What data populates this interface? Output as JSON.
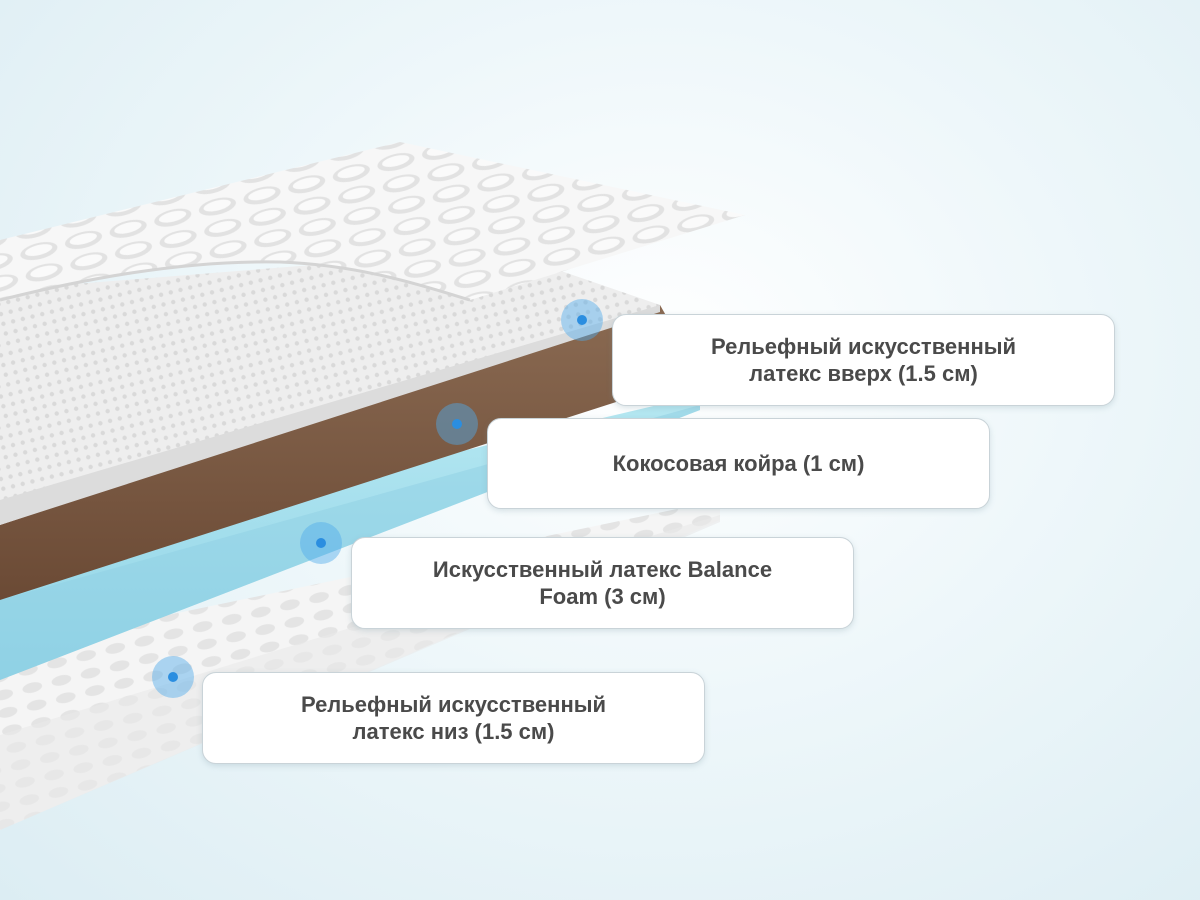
{
  "layers": [
    {
      "id": "top-latex",
      "label_line1": "Рельефный искусственный",
      "label_line2": "латекс вверх (1.5 см)"
    },
    {
      "id": "coconut",
      "label_line1": "Кокосовая койра (1 см)",
      "label_line2": ""
    },
    {
      "id": "balance-foam",
      "label_line1": "Искусственный латекс Balance",
      "label_line2": "Foam (3 см)"
    },
    {
      "id": "bottom-latex",
      "label_line1": "Рельефный искусственный",
      "label_line2": "латекс низ (1.5 см)"
    }
  ],
  "colors": {
    "cover": "#f4f4f4",
    "latex": "#ececec",
    "coconut": "#7a5a45",
    "foam": "#9fdcea",
    "marker": "#2b8ee0"
  }
}
